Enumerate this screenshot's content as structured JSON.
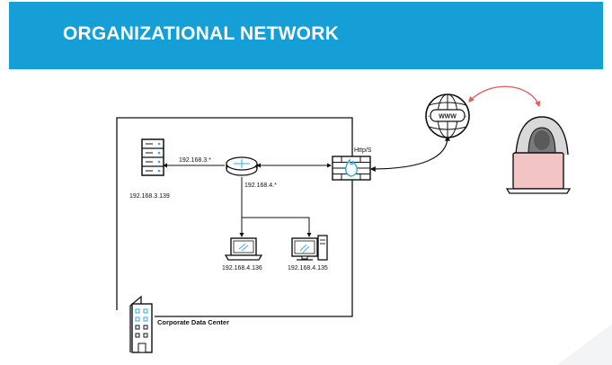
{
  "header": {
    "title": "ORGANIZATIONAL NETWORK"
  },
  "colors": {
    "header_bg": "#159fd6",
    "accent_blue": "#35a8e0",
    "hacker_arrow": "#e35a5a",
    "firewall_flame": "#35a8e0"
  },
  "diagram": {
    "nodes": {
      "server": {
        "ip": "192.168.3.139",
        "icon": "server-icon"
      },
      "router": {
        "icon": "router-icon"
      },
      "firewall": {
        "label": "Http/S",
        "icon": "firewall-icon"
      },
      "internet": {
        "label": "WWW",
        "icon": "globe-icon"
      },
      "attacker": {
        "icon": "hacker-icon"
      },
      "laptop": {
        "ip": "192.168.4.136",
        "icon": "laptop-icon"
      },
      "desktop": {
        "ip": "192.168.4.135",
        "icon": "desktop-icon"
      },
      "building": {
        "label": "Corporate Data Center",
        "icon": "building-icon"
      }
    },
    "subnets": {
      "subnet_3": "192.168.3.*",
      "subnet_4": "192.168.4.*"
    }
  }
}
